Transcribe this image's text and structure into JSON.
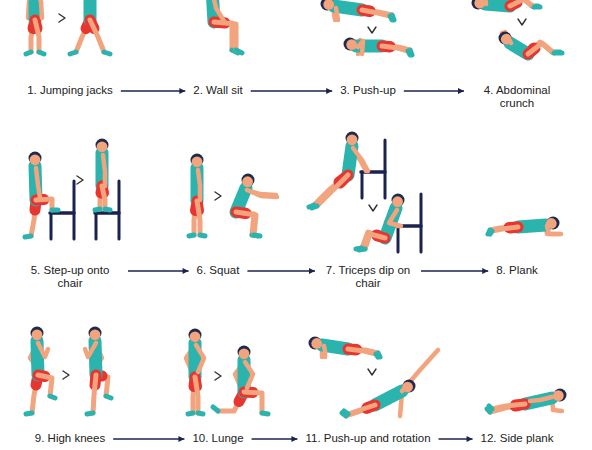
{
  "diagram": {
    "nodes": [
      {
        "text": [
          "1. Jumping jacks"
        ]
      },
      {
        "text": [
          "2. Wall sit"
        ]
      },
      {
        "text": [
          "3. Push-up"
        ]
      },
      {
        "text": [
          "4. Abdominal crunch"
        ]
      },
      {
        "text": [
          "5. Step-up onto chair"
        ]
      },
      {
        "text": [
          "6. Squat"
        ]
      },
      {
        "text": [
          "7. Triceps dip on chair"
        ]
      },
      {
        "text": [
          "8. Plank"
        ]
      },
      {
        "text": [
          "9. High knees"
        ]
      },
      {
        "text": [
          "10. Lunge"
        ]
      },
      {
        "text": [
          "11. Push-up and rotation"
        ]
      },
      {
        "text": [
          "12. Side plank"
        ]
      }
    ],
    "edges": [
      {
        "from": 0,
        "to": 1,
        "arrow": "to"
      },
      {
        "from": 1,
        "to": 2,
        "arrow": "to"
      },
      {
        "from": 2,
        "to": 3,
        "arrow": "to"
      },
      {
        "from": 4,
        "to": 5,
        "arrow": "to"
      },
      {
        "from": 5,
        "to": 6,
        "arrow": "to"
      },
      {
        "from": 6,
        "to": 7,
        "arrow": "to"
      },
      {
        "from": 8,
        "to": 9,
        "arrow": "to"
      },
      {
        "from": 9,
        "to": 10,
        "arrow": "to"
      },
      {
        "from": 10,
        "to": 11,
        "arrow": "to"
      }
    ]
  }
}
